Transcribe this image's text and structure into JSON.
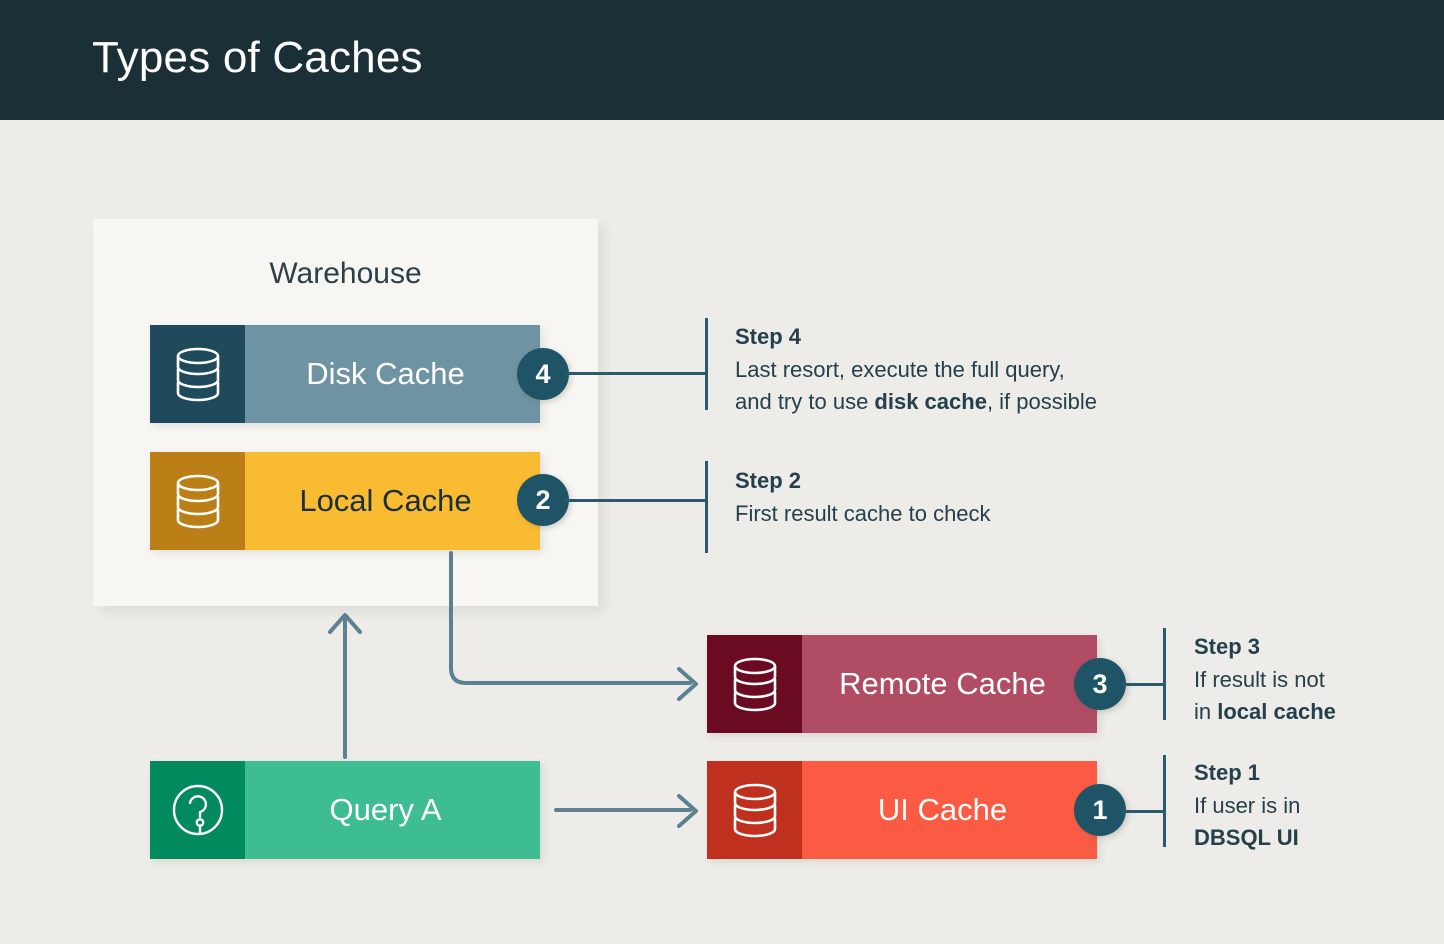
{
  "header": {
    "title": "Types of Caches"
  },
  "colors": {
    "page_background": "#EDECE8",
    "header_background": "#1B2F37",
    "panel_background": "#F7F6F2",
    "badge": "#1F5467",
    "connector": "#2B5A6B",
    "arrow": "#5D8190",
    "text_dark": "#24404B"
  },
  "warehouse": {
    "title": "Warehouse",
    "bars": [
      {
        "id": "disk",
        "label": "Disk Cache",
        "icon": "database-icon",
        "badge": "4",
        "body_color": "#6E93A2",
        "icon_color": "#1F4A5B",
        "text_color": "#FFFFFF"
      },
      {
        "id": "local",
        "label": "Local Cache",
        "icon": "database-icon",
        "badge": "2",
        "body_color": "#F9BB32",
        "icon_color": "#BC7E17",
        "text_color": "#1B2F37"
      }
    ]
  },
  "external_bars": [
    {
      "id": "remote",
      "label": "Remote Cache",
      "icon": "database-icon",
      "badge": "3",
      "body_color": "#B04C64",
      "icon_color": "#6B0B22",
      "text_color": "#FFFFFF"
    },
    {
      "id": "ui",
      "label": "UI Cache",
      "icon": "database-icon",
      "badge": "1",
      "body_color": "#FB5B43",
      "icon_color": "#C0301F",
      "text_color": "#FFFFFF"
    }
  ],
  "query": {
    "label": "Query A",
    "icon": "question-mark-circle-icon",
    "body_color": "#3EBD92",
    "icon_color": "#018A5E"
  },
  "steps": [
    {
      "id": "step-4",
      "title": "Step 4",
      "line1": "Last resort, execute the full query,",
      "line2_prefix": "and try to use ",
      "line2_bold": "disk cache",
      "line2_suffix": ", if possible"
    },
    {
      "id": "step-2",
      "title": "Step 2",
      "line1": "First result cache to check",
      "line2_prefix": "",
      "line2_bold": "",
      "line2_suffix": ""
    },
    {
      "id": "step-3",
      "title": "Step 3",
      "line1": "If result is not",
      "line2_prefix": "in ",
      "line2_bold": "local cache",
      "line2_suffix": ""
    },
    {
      "id": "step-1",
      "title": "Step 1",
      "line1": "If user is in",
      "line2_prefix": "",
      "line2_bold": "DBSQL UI",
      "line2_suffix": ""
    }
  ],
  "flow": {
    "query_to_warehouse": "arrow-up",
    "query_to_ui_cache": "arrow-right",
    "local_cache_to_remote_cache": "elbow-arrow-right"
  }
}
